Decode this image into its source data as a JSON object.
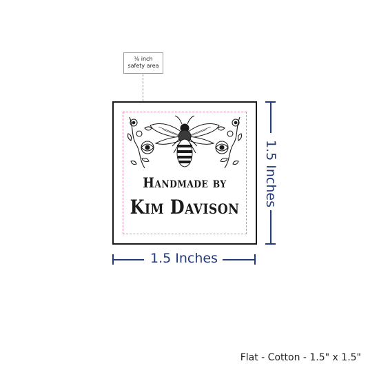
{
  "callout": {
    "line1": "⅛ inch",
    "line2": "safety area"
  },
  "label": {
    "line1": "Handmade by",
    "line2": "Kim Davison"
  },
  "dimensions": {
    "width": "1.5 Inches",
    "height": "1.5 Inches"
  },
  "caption": "Flat - Cotton - 1.5\" x 1.5\"",
  "colors": {
    "dimension": "#233a7a",
    "safety_line": "#e88aa0"
  },
  "icons": [
    "bee-icon",
    "flower-vine-left-icon",
    "flower-vine-right-icon"
  ]
}
